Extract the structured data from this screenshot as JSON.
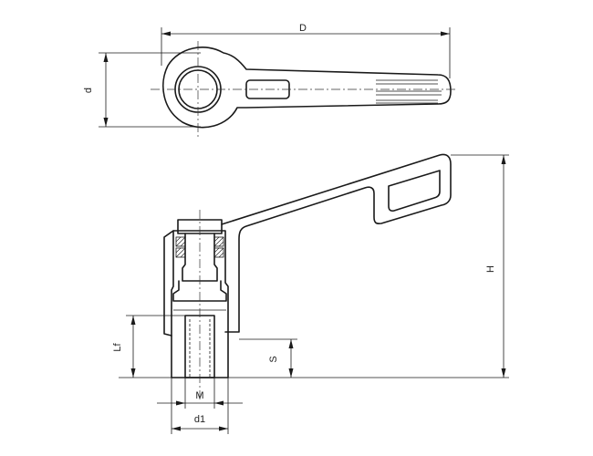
{
  "labels": {
    "D": "D",
    "d": "d",
    "H": "H",
    "Lf": "Lf",
    "S": "S",
    "M": "M",
    "d1": "d1"
  }
}
